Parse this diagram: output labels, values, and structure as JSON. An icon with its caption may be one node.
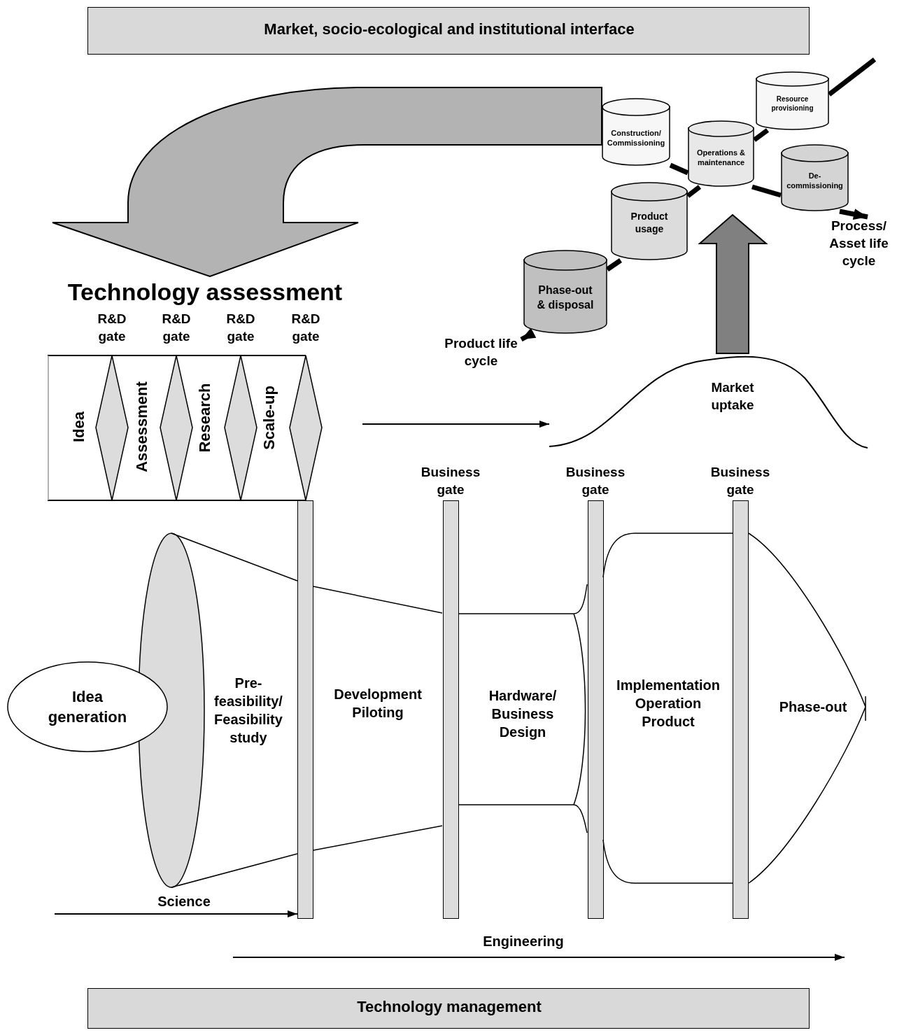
{
  "diagram": {
    "nodes": [
      {
        "text": [
          "Market, socio-ecological and institutional interface"
        ]
      },
      {
        "text": [
          "Construction/ Commissioning"
        ]
      },
      {
        "text": [
          "Resource provisioning"
        ]
      },
      {
        "text": [
          "Operations & maintenance"
        ]
      },
      {
        "text": [
          "De- commissioning"
        ]
      },
      {
        "text": [
          "Product usage"
        ]
      },
      {
        "text": [
          "Phase-out & disposal"
        ]
      },
      {
        "text": [
          "Process/ Asset life cycle"
        ]
      },
      {
        "text": [
          "Product life cycle"
        ]
      },
      {
        "text": [
          "Technology assessment"
        ]
      },
      {
        "text": [
          "R&D gate"
        ],
        "in": 9
      },
      {
        "text": [
          "R&D gate"
        ],
        "in": 9
      },
      {
        "text": [
          "R&D gate"
        ],
        "in": 9
      },
      {
        "text": [
          "R&D gate"
        ],
        "in": 9
      },
      {
        "text": [
          "Market uptake"
        ]
      },
      {
        "text": [
          "Idea generation"
        ]
      },
      {
        "text": [
          "Pre- feasibility/ Feasibility study"
        ]
      },
      {
        "text": [],
        "shape": "bar"
      },
      {
        "text": [
          "Development Piloting"
        ]
      },
      {
        "text": [
          "Business gate"
        ]
      },
      {
        "text": [
          "Hardware/ Business Design"
        ]
      },
      {
        "text": [
          "Business gate"
        ]
      },
      {
        "text": [
          "Implementation Operation Product"
        ]
      },
      {
        "text": [
          "Business gate"
        ]
      },
      {
        "text": [
          "Phase-out"
        ]
      },
      {
        "text": [
          "Technology management"
        ]
      }
    ],
    "edges": [
      {
        "from": 1,
        "to": 9,
        "arrow": "to",
        "style": "thick",
        "color": "#b3b3b3"
      },
      {
        "from": 1,
        "to": 3,
        "arrow": "none"
      },
      {
        "from": 3,
        "to": 4,
        "arrow": "none"
      },
      {
        "from": 4,
        "to": 7,
        "arrow": "to"
      },
      {
        "from": null,
        "to": 2,
        "arrow": "none"
      },
      {
        "from": 2,
        "to": 3,
        "arrow": "none"
      },
      {
        "from": 3,
        "to": 5,
        "arrow": "none"
      },
      {
        "from": 5,
        "to": 6,
        "arrow": "none"
      },
      {
        "from": 6,
        "to": 8,
        "arrow": "to"
      },
      {
        "from": 14,
        "to": null,
        "arrow": "to",
        "style": "thick",
        "color": "#808080"
      },
      {
        "from": 9,
        "to": 14,
        "arrow": "to"
      },
      {
        "from": null,
        "to": 17,
        "arrow": "to",
        "label": "Science"
      }
    ],
    "labels": [
      "Idea",
      "Assessment",
      "Research",
      "Scale-up",
      "Engineering"
    ]
  }
}
